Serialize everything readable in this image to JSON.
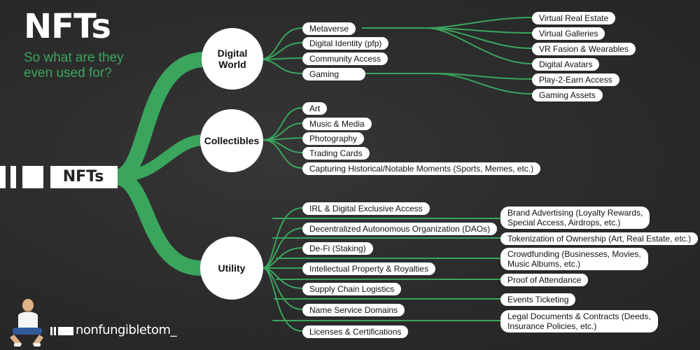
{
  "title": "NFTs",
  "subtitle": "So what are they even used for?",
  "root": "NFTs",
  "brand": "nonfungibletom_",
  "colors": {
    "accent": "#3aa55d",
    "bright": "#4cc06e",
    "background": "#2c2c2c"
  },
  "hubs": [
    {
      "id": "digital-world",
      "label": "Digital\nWorld"
    },
    {
      "id": "collectibles",
      "label": "Collectibles"
    },
    {
      "id": "utility",
      "label": "Utility"
    }
  ],
  "digital_world": {
    "items": [
      "Metaverse",
      "Digital Identity (pfp)",
      "Community Access",
      "Gaming"
    ],
    "metaverse_children": [
      "Virtual Real Estate",
      "Virtual Galleries",
      "VR Fasion & Wearables",
      "Digital Avatars"
    ],
    "gaming_children": [
      "Play-2-Earn Access",
      "Gaming Assets"
    ]
  },
  "collectibles": {
    "items": [
      "Art",
      "Music & Media",
      "Photography",
      "Trading Cards",
      "Capturing Historical/Notable Moments (Sports, Memes, etc.)"
    ]
  },
  "utility": {
    "items": [
      "IRL & Digital Exclusive Access",
      "Decentralized Autonomous Organization (DAOs)",
      "De-Fi (Staking)",
      "Intellectual Property & Royalties",
      "Supply Chain Logistics",
      "Name Service Domains",
      "Licenses & Certifications"
    ],
    "children": [
      "Brand Advertising (Loyalty Rewards,\nSpecial Access, Airdrops, etc.)",
      "Tokenization of Ownership (Art, Real Estate, etc.)",
      "Crowdfunding (Businesses, Movies,\nMusic Albums, etc.)",
      "Proof of Attendance",
      "Events Ticketing",
      "Legal Documents & Contracts (Deeds,\nInsurance Policies, etc.)"
    ]
  }
}
